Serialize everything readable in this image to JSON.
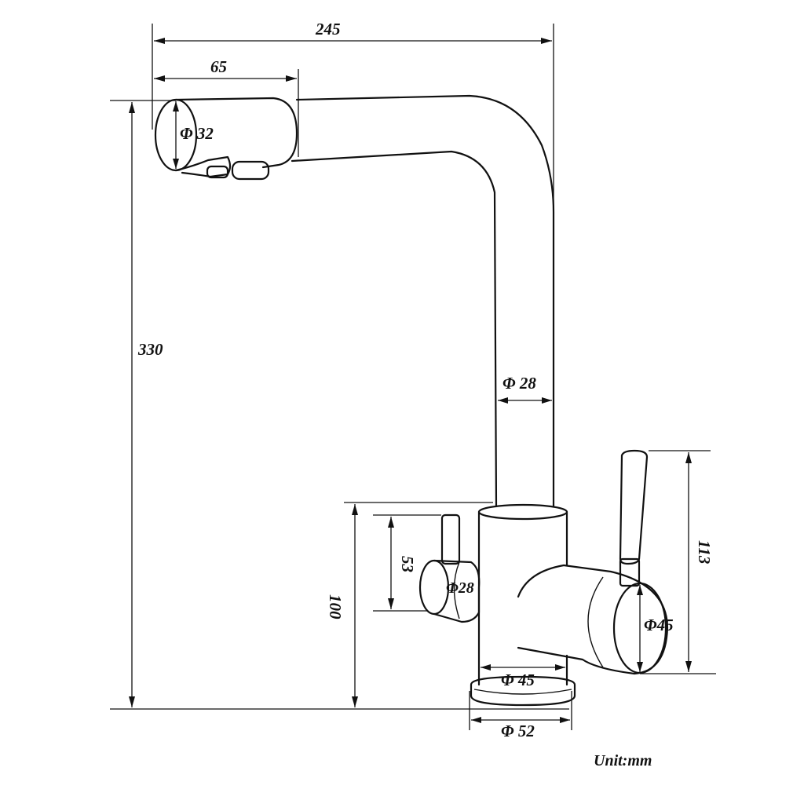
{
  "dimensions": {
    "overall_width": "245",
    "spout_outlet_length": "65",
    "outlet_diameter": "Φ 32",
    "overall_height": "330",
    "pipe_diameter": "Φ 28",
    "handle_height": "113",
    "small_handle_height": "53",
    "small_body_diameter": "Φ28",
    "body_height": "100",
    "side_body_diameter": "Φ45",
    "main_body_diameter": "Φ 45",
    "base_diameter": "Φ 52"
  },
  "unit_note": "Unit:mm",
  "colors": {
    "ink": "#111111",
    "background": "#ffffff"
  }
}
